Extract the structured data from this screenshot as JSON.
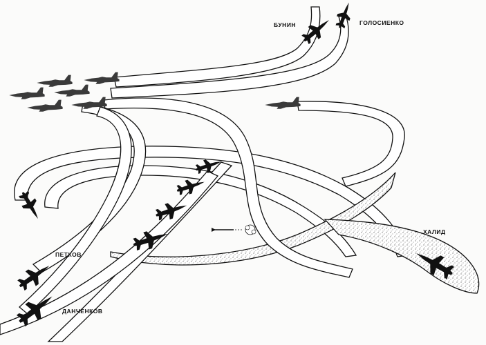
{
  "labels": {
    "bunin": "БУНИН",
    "golosienko": "ГОЛОСИЕНКО",
    "petkov": "ПЕТКОВ",
    "danchenkov": "ДАНЧЕНКОВ",
    "khalid": "ХАЛИД"
  },
  "colors": {
    "ink": "#111111",
    "paper": "#fbfbfa",
    "bleed_text": "#c9c9c9"
  },
  "icons": {
    "aircraft": "fighter-jet-icon",
    "missile": "missile-icon",
    "explosion": "burst-icon"
  }
}
